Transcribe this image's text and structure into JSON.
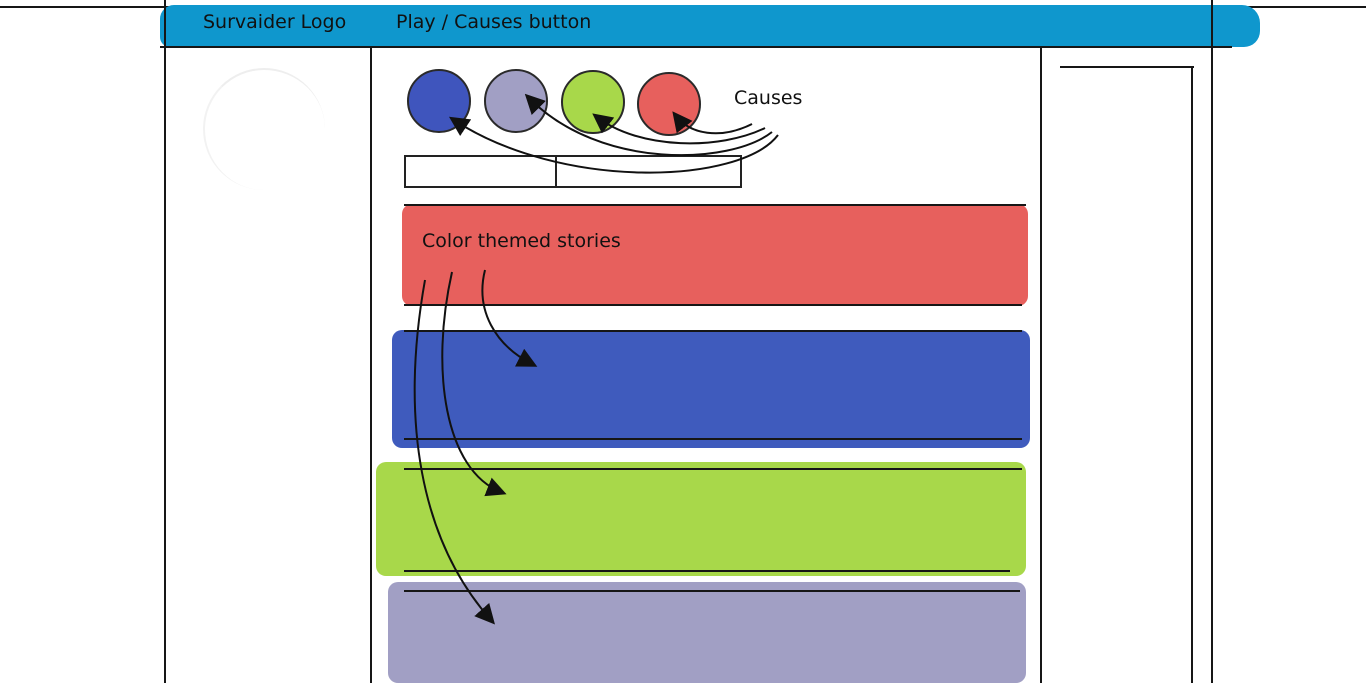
{
  "nav": {
    "logo_label": "Survaider Logo",
    "play_label": "Play / Causes button",
    "bar_color": "#0f97cd"
  },
  "causes": {
    "annotation": "Causes",
    "items": [
      {
        "name": "cause-blue",
        "color": "#3f55bd"
      },
      {
        "name": "cause-lavender",
        "color": "#a19fc4"
      },
      {
        "name": "cause-green",
        "color": "#a8d84a"
      },
      {
        "name": "cause-red",
        "color": "#e7605d"
      }
    ]
  },
  "stories": {
    "annotation": "Color themed stories",
    "items": [
      {
        "name": "story-red",
        "color": "#e7605d"
      },
      {
        "name": "story-blue",
        "color": "#3f5bbd"
      },
      {
        "name": "story-green",
        "color": "#a8d84a"
      },
      {
        "name": "story-lavender",
        "color": "#a19fc4"
      }
    ]
  }
}
